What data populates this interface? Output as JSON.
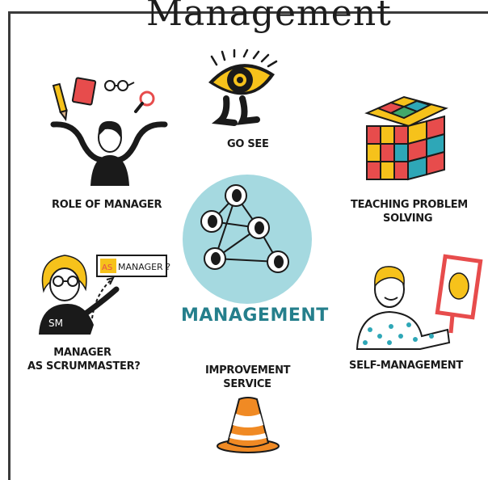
{
  "title": "Management",
  "center": {
    "label": "MANAGEMENT",
    "color": "#257f8c",
    "circle_color": "#a5d9e0"
  },
  "topics": {
    "go_see": "GO SEE",
    "role_of_manager": "ROLE OF MANAGER",
    "teaching_problem_solving_1": "TEACHING PROBLEM",
    "teaching_problem_solving_2": "SOLVING",
    "manager_as_scrummaster_1": "MANAGER",
    "manager_as_scrummaster_2": "AS SCRUMMASTER?",
    "self_management": "SELF-MANAGEMENT",
    "improvement_service_1": "IMPROVEMENT",
    "improvement_service_2": "SERVICE"
  },
  "sign": {
    "prefix": "AS",
    "text": "MANAGER ?"
  },
  "shirt_text": "SM",
  "icons": [
    "juggling-manager-icon",
    "eye-walking-icon",
    "rubiks-cube-icon",
    "network-circle-icon",
    "scrummaster-sign-icon",
    "mirror-person-icon",
    "traffic-cone-icon"
  ]
}
